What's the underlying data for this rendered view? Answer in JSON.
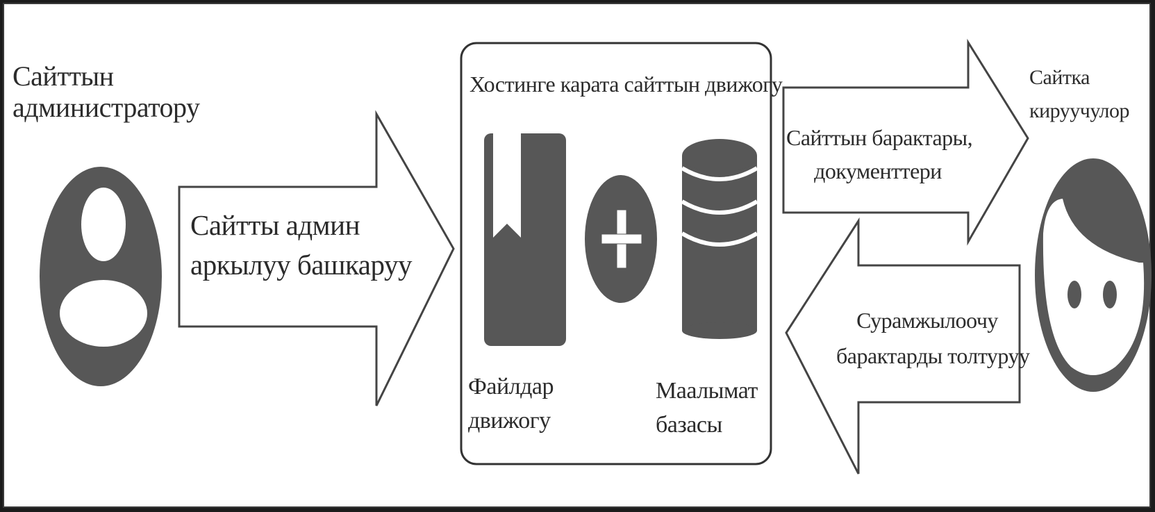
{
  "administrator": {
    "title": [
      "Сайттын",
      "администратору"
    ]
  },
  "admin_arrow": {
    "text": [
      "Сайтты админ",
      "аркылуу башкаруу"
    ]
  },
  "hosting_box": {
    "title": "Хостинге карата сайттын движогу",
    "files_label": [
      "Файлдар",
      "движогу"
    ],
    "database_label": [
      "Маалымат",
      "базасы"
    ]
  },
  "pages_arrow": {
    "text": [
      "Сайттын барактары,",
      "документтери"
    ]
  },
  "request_arrow": {
    "text": [
      "Сурамжылоочу",
      "барактарды толтуруу"
    ]
  },
  "visitors": {
    "title": [
      "Сайтка",
      "кируучулор"
    ]
  },
  "colors": {
    "icon_fill": "#575757",
    "arrow_stroke": "#444444",
    "text": "#2b2b2b",
    "background": "#ffffff"
  }
}
